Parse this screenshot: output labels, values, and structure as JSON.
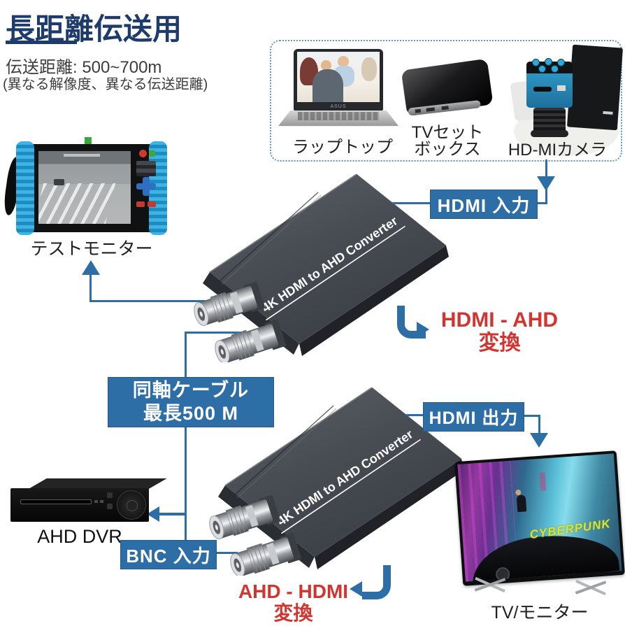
{
  "colors": {
    "accent_blue": "#2e6ea6",
    "heading_navy": "#1e3c6b",
    "conversion_red": "#d23430",
    "dashed_border_blue": "#5a95cc"
  },
  "header": {
    "title": "長距離伝送用",
    "distance": "伝送距離: 500~700m",
    "note": "(異なる解像度、異なる伝送距離)"
  },
  "source_box": {
    "laptop_label": "ラップトップ",
    "laptop_brand": "ASUS",
    "tvbox_label_line1": "TVセット",
    "tvbox_label_line2": "ボックス",
    "camera_label": "HD-MIカメラ"
  },
  "labels": {
    "hdmi_in": "HDMI 入力",
    "hdmi_out": "HDMI 出力",
    "bnc_in": "BNC 入力",
    "coax_line1": "同軸ケーブル",
    "coax_line2": "最長500 M"
  },
  "devices": {
    "test_monitor": "テストモニター",
    "dvr": "AHD DVR",
    "tv": "TV/モニター"
  },
  "converter": {
    "label": "4K HDMI to AHD Converter"
  },
  "conversions": {
    "hdmi_to_ahd_line1": "HDMI - AHD",
    "hdmi_to_ahd_line2": "変換",
    "ahd_to_hdmi_line1": "AHD - HDMI",
    "ahd_to_hdmi_line2": "変換"
  },
  "tv_screen": {
    "logo": "CYBERPUNK"
  }
}
